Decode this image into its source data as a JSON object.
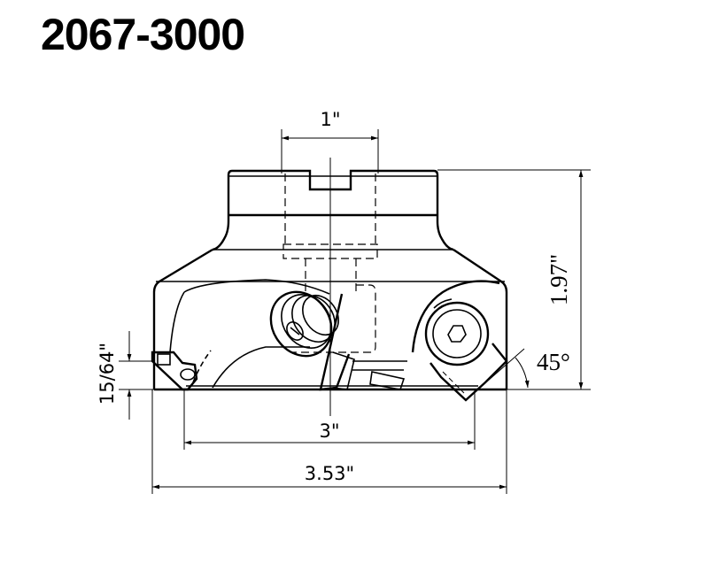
{
  "title": "2067-3000",
  "drawing": {
    "type": "face mill cutter technical drawing",
    "dimensions": {
      "bore_width": "1\"",
      "overall_height": "1.97\"",
      "lead_angle": "45°",
      "insert_depth": "15/64\"",
      "cutting_diameter": "3\"",
      "outer_diameter": "3.53\""
    }
  }
}
